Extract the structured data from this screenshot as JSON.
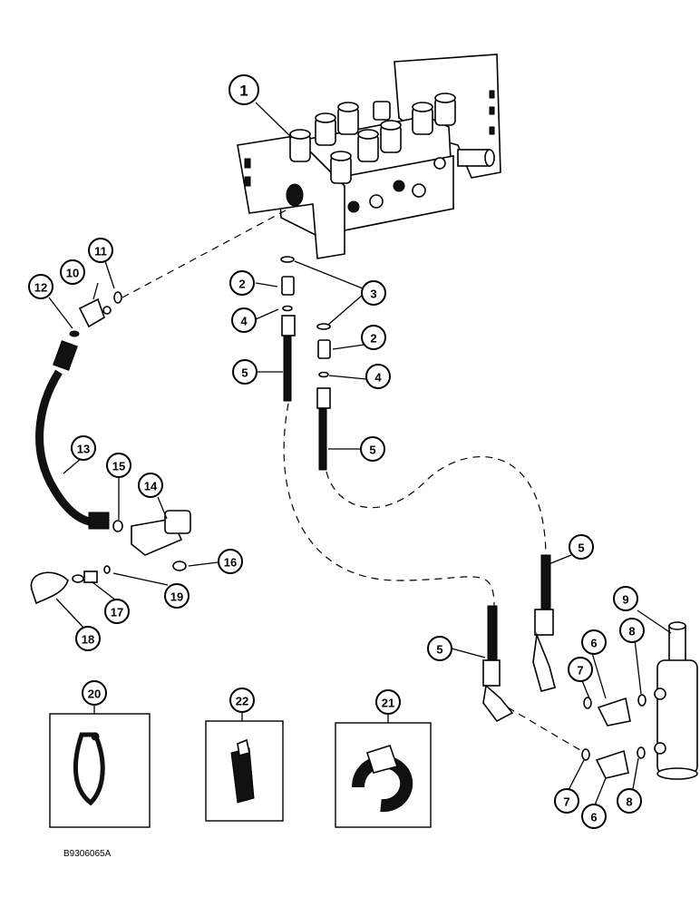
{
  "drawing_id": "B9306065A",
  "callouts": {
    "c1": "1",
    "c2a": "2",
    "c2b": "2",
    "c3": "3",
    "c4a": "4",
    "c4b": "4",
    "c5a": "5",
    "c5b": "5",
    "c5c": "5",
    "c5d": "5",
    "c6a": "6",
    "c6b": "6",
    "c7a": "7",
    "c7b": "7",
    "c8a": "8",
    "c8b": "8",
    "c9": "9",
    "c10": "10",
    "c11": "11",
    "c12": "12",
    "c13": "13",
    "c14": "14",
    "c15": "15",
    "c16": "16",
    "c17": "17",
    "c18": "18",
    "c19": "19",
    "c20": "20",
    "c21": "21",
    "c22": "22"
  }
}
